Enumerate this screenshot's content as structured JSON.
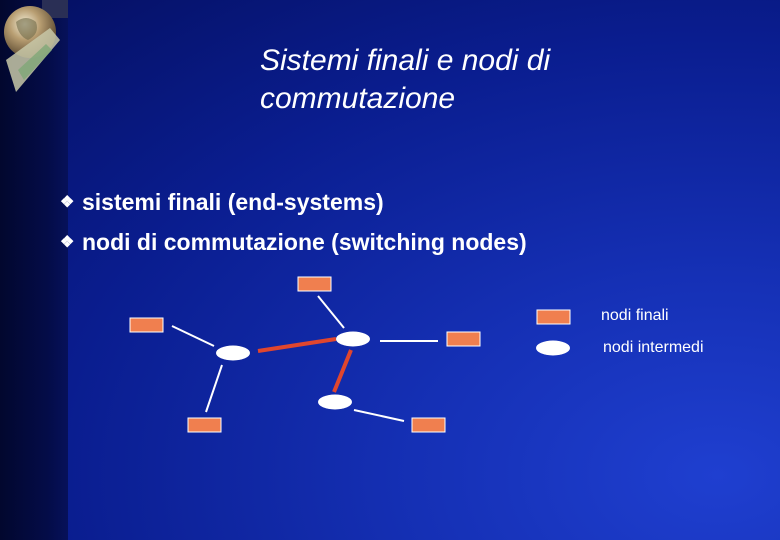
{
  "slide": {
    "title_line1": "Sistemi finali e nodi di",
    "title_line2": "commutazione",
    "bullets": [
      {
        "icon": "diamond-bullet-icon",
        "text": "sistemi finali (end-systems)"
      },
      {
        "icon": "diamond-bullet-icon",
        "text": "nodi di commutazione (switching nodes)"
      }
    ],
    "legend": {
      "end_node_label": "nodi finali",
      "intermediate_node_label": "nodi intermedi"
    },
    "colors": {
      "end_node": "#f07f4f",
      "intermediate_node": "#ffffff",
      "link_core": "#e0462e",
      "link_access": "#ffffff",
      "text": "#ffffff"
    },
    "logo_icon": "globe-icon"
  }
}
